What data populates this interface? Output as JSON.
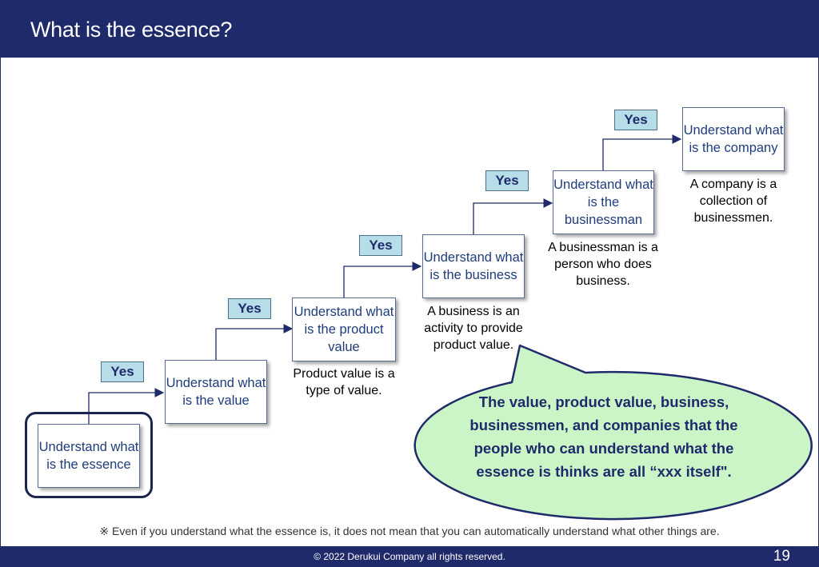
{
  "slide": {
    "title": "What is the essence?",
    "copyright": "© 2022 Derukui Company all rights reserved.",
    "page_number": "19",
    "note": "※ Even if you understand what the essence is, it does not mean that you can automatically understand what other things are."
  },
  "steps": [
    {
      "label": "Understand what is the essence",
      "description": ""
    },
    {
      "label": "Understand what is the value",
      "description": ""
    },
    {
      "label": "Understand what is the product value",
      "description": "Product value is a type of value."
    },
    {
      "label": "Understand what is the business",
      "description": "A business is an activity to provide product value."
    },
    {
      "label": "Understand what is the businessman",
      "description": "A businessman is a person who does business."
    },
    {
      "label": "Understand what is the company",
      "description": "A company is a collection of businessmen."
    }
  ],
  "yes_label": "Yes",
  "callout": "The value, product value, business, businessmen, and companies that the people who can understand what the essence is thinks are all “xxx itself\".",
  "colors": {
    "header": "#1f2a6b",
    "yes_fill": "#b7dde8",
    "bubble_fill": "#ccf5c7",
    "box_text": "#1f3d7a"
  }
}
